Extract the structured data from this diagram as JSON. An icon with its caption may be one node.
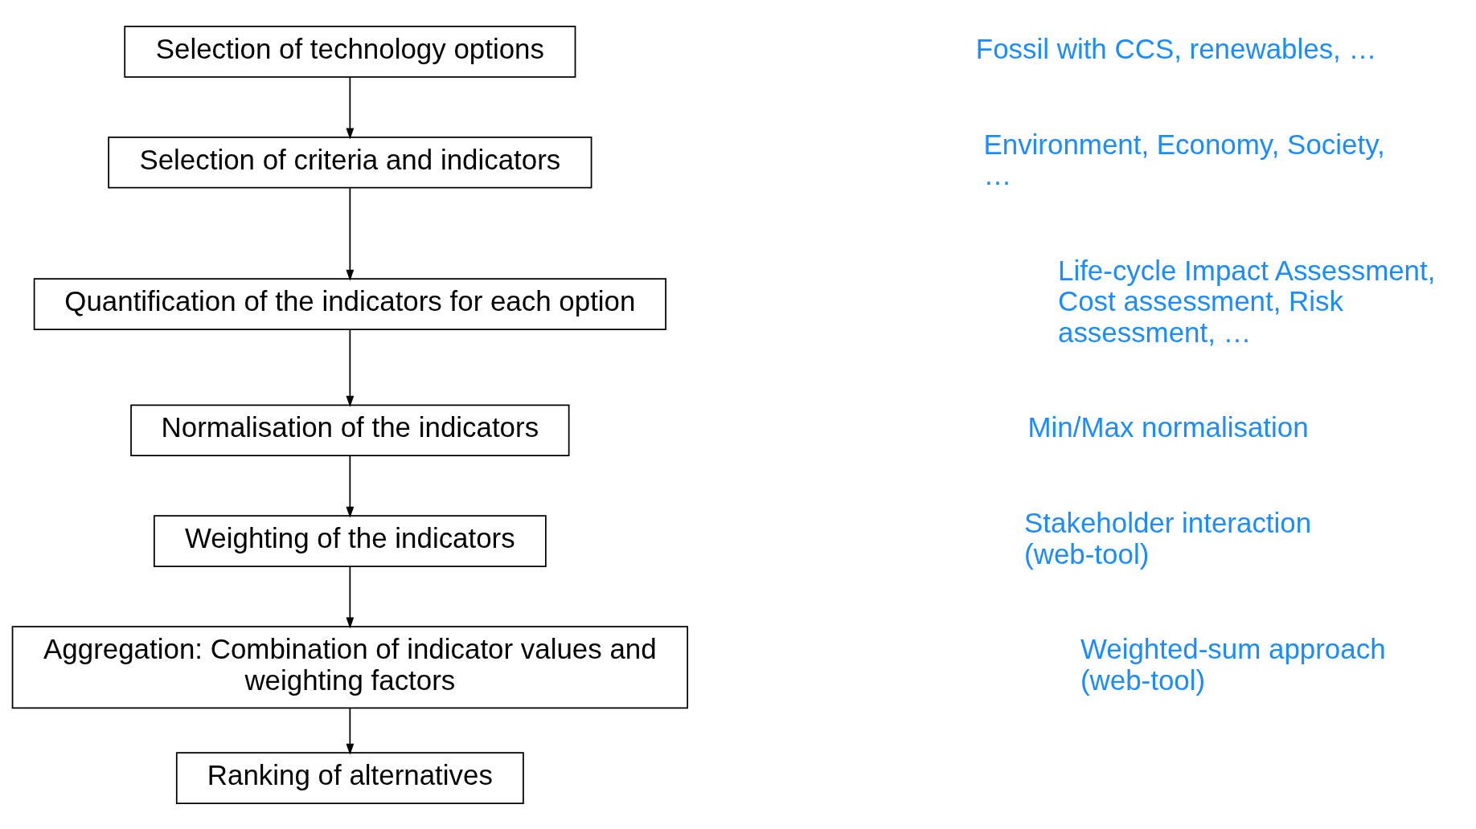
{
  "diagram": {
    "nodes": [
      {
        "text": [
          "Selection of technology options"
        ]
      },
      {
        "text": [
          "Selection of criteria and indicators"
        ]
      },
      {
        "text": [
          "Quantification of the indicators for each option"
        ]
      },
      {
        "text": [
          "Normalisation of the indicators"
        ]
      },
      {
        "text": [
          "Weighting of the indicators"
        ]
      },
      {
        "text": [
          "Aggregation: Combination of indicator values and weighting factors"
        ]
      },
      {
        "text": [
          "Ranking of alternatives"
        ]
      }
    ],
    "edges": [
      {
        "from": 0,
        "to": 1,
        "arrow": "to"
      },
      {
        "from": 1,
        "to": 2,
        "arrow": "to"
      },
      {
        "from": 2,
        "to": 3,
        "arrow": "to"
      },
      {
        "from": 3,
        "to": 4,
        "arrow": "to"
      },
      {
        "from": 4,
        "to": 5,
        "arrow": "to"
      },
      {
        "from": 5,
        "to": 6,
        "arrow": "to"
      }
    ],
    "labels": [
      "Fossil with CCS, renewables, …",
      "Environment, Economy, Society, …",
      "Life-cycle Impact Assessment, Cost assessment, Risk assessment, …",
      "Min/Max normalisation",
      "Stakeholder interaction (web-tool)",
      "Weighted-sum approach (web-tool)"
    ]
  }
}
